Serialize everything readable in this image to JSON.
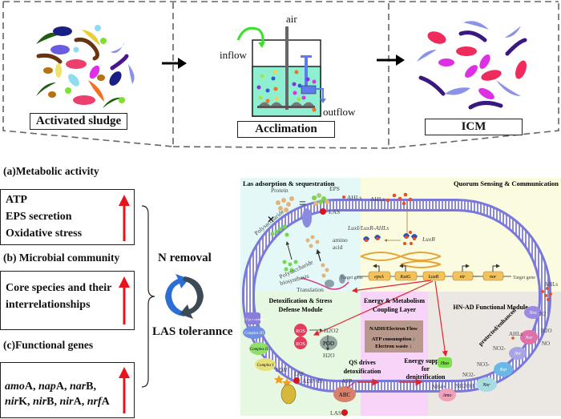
{
  "top_panel": {
    "stages": [
      {
        "label": "Activated sludge"
      },
      {
        "label": "Acclimation"
      },
      {
        "label": "ICM"
      }
    ],
    "reactor": {
      "air_label": "air",
      "inflow_label": "inflow",
      "outflow_label": "outflow"
    }
  },
  "left_panel": {
    "sections": [
      {
        "title": "(a)Metabolic activity",
        "items": [
          "ATP",
          "EPS secretion",
          "Oxidative stress"
        ],
        "trend": "up"
      },
      {
        "title": "(b) Microbial community",
        "items": [
          "Core species and their",
          "interrelationships"
        ],
        "trend": "up"
      },
      {
        "title": "(c)Functional genes",
        "genes_line1": [
          [
            "amo",
            "A"
          ],
          [
            "nap",
            "A"
          ],
          [
            "nar",
            "B"
          ]
        ],
        "genes_line2": [
          [
            "nir",
            "K"
          ],
          [
            "nir",
            "B"
          ],
          [
            "nir",
            "A"
          ],
          [
            "nrf",
            "A"
          ]
        ],
        "trend": "up"
      }
    ],
    "outcome": {
      "top": "N removal",
      "bottom": "LAS tolerannce"
    }
  },
  "cell_diagram": {
    "modules": {
      "las": "Las adsorption & sequestration",
      "qs": "Quorum Sensing & Communication",
      "detox_1": "Detoxification & Stress",
      "detox_2": "Defense Module",
      "energy_1": "Energy  & Metabolism",
      "energy_2": "Coupling Layer",
      "hnad": "HN-AD Functional Module"
    },
    "las_labels": {
      "protein": "Protein",
      "eps": "EPS",
      "ahls": "AHLs",
      "las": "LAS",
      "polysaccharide": "Polysaccharide",
      "amino": "amino",
      "acid": "acid",
      "ps_bio_1": "Polysaccharide",
      "ps_bio_2": "biosynthesis",
      "translation": "Translation"
    },
    "qs_labels": {
      "ahls": "AHLs",
      "luxr": "LuxR",
      "luxi_luxr_ahls": "LuxI/LuxR-AHLs",
      "target_gene_left": "Target gene",
      "target_gene_right": "Target gene",
      "genes": [
        "epsA",
        "KatG",
        "LuxR",
        "nir",
        "nor"
      ]
    },
    "detox_labels": {
      "complexes": [
        "Cyt c oxidase",
        "Complex III",
        "Complex II",
        "Complex I"
      ],
      "ros": "ROS",
      "h2o2": "H2O2",
      "h2o": "H2O",
      "pod": "POD",
      "ldh": "LDH",
      "las": "LAS",
      "adp": "ADP+Pi",
      "atp": "ATP",
      "abc": "ABC",
      "las_out": "LAS",
      "qs_drives_1": "QS drives",
      "qs_drives_2": "detoxification"
    },
    "energy_labels": {
      "box_title": "NADH/Electron Flow",
      "line1": "ATP consumption ↓",
      "line2": "Electron waste ↓",
      "support_1": "Energy support",
      "support_2": "for",
      "support_3": "denitrification"
    },
    "hnad_labels": {
      "enzymes": [
        "Amo",
        "Hao",
        "Nxr",
        "Nar",
        "Nir",
        "Nor",
        "Nos"
      ],
      "nh4": "NH4+",
      "nh2oh": "NH2OH",
      "no2a": "NO2-",
      "no3": "NO3-",
      "no2b": "NO2-",
      "no": "NO",
      "n2o": "N2O",
      "n2": "N2",
      "ahls": "AHLs",
      "ahls_top": "AHLs",
      "protected": "protected/enhanced"
    },
    "colors": {
      "las_bg": "#e3f8f7",
      "qs_bg": "#fbfbe0",
      "detox_bg": "#e6f8e1",
      "energy_bg": "#f8d5f8",
      "hnad_bg": "#ebe8e4",
      "membrane": "#7a78d8",
      "red": "#e0262e"
    }
  }
}
